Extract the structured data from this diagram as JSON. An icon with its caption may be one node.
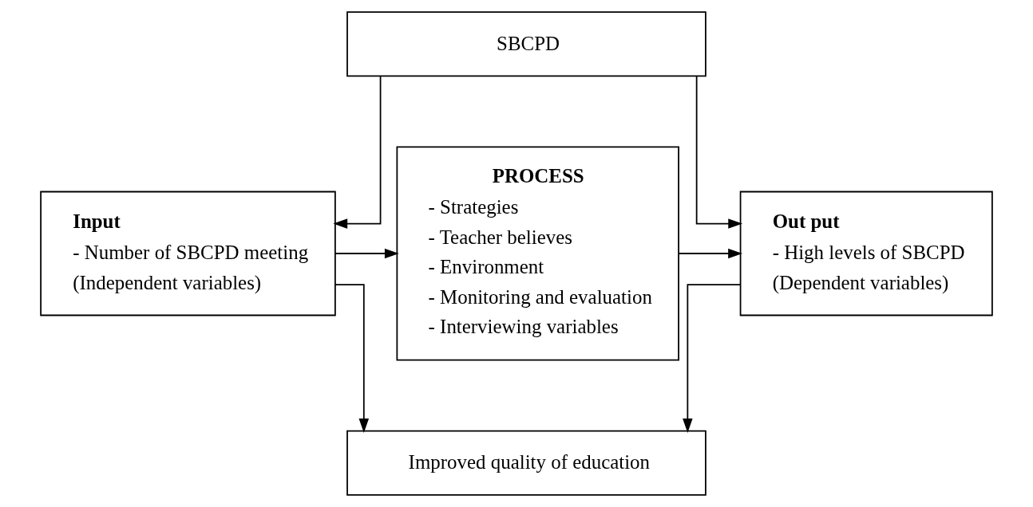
{
  "diagram": {
    "nodes": [
      {
        "text": [
          "SBCPD"
        ]
      },
      {
        "text": [
          "Input",
          "- Number of SBCPD meeting",
          "(Independent variables)"
        ]
      },
      {
        "text": [
          "PROCESS",
          "- Strategies",
          "- Teacher believes",
          "- Environment",
          "- Monitoring and evaluation",
          "- Interviewing variables"
        ]
      },
      {
        "text": [
          "Out put",
          "- High levels of SBCPD",
          "(Dependent variables)"
        ]
      },
      {
        "text": [
          "Improved quality of education"
        ]
      }
    ],
    "edges": [
      {
        "from": 0,
        "to": 1,
        "arrow": "to"
      },
      {
        "from": 0,
        "to": 3,
        "arrow": "to"
      },
      {
        "from": 1,
        "to": 2,
        "arrow": "to"
      },
      {
        "from": 2,
        "to": 3,
        "arrow": "to"
      },
      {
        "from": 1,
        "to": 4,
        "arrow": "to"
      },
      {
        "from": 3,
        "to": 4,
        "arrow": "to"
      }
    ]
  }
}
